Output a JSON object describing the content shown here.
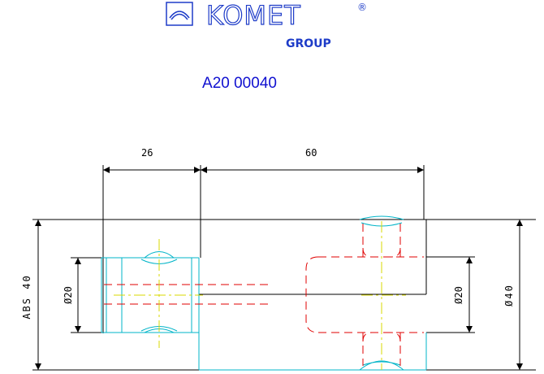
{
  "logo": {
    "brand": "KOMET",
    "registered_mark": "®",
    "group": "GROUP",
    "emblem_icon": "komet-emblem-icon"
  },
  "part_number": "A20 00040",
  "dimensions": {
    "left_length": "26",
    "right_length": "60",
    "left_diameter": "Ø20",
    "right_diameter": "Ø20",
    "outer_diameter": "Ø40",
    "abs_height": "ABS 40"
  },
  "colors": {
    "logo": "#1e3cc8",
    "dimension_lines": "#000000",
    "visible_edges": "#00b4c8",
    "hidden_lines": "#e00000",
    "center_lines": "#d8d800"
  }
}
